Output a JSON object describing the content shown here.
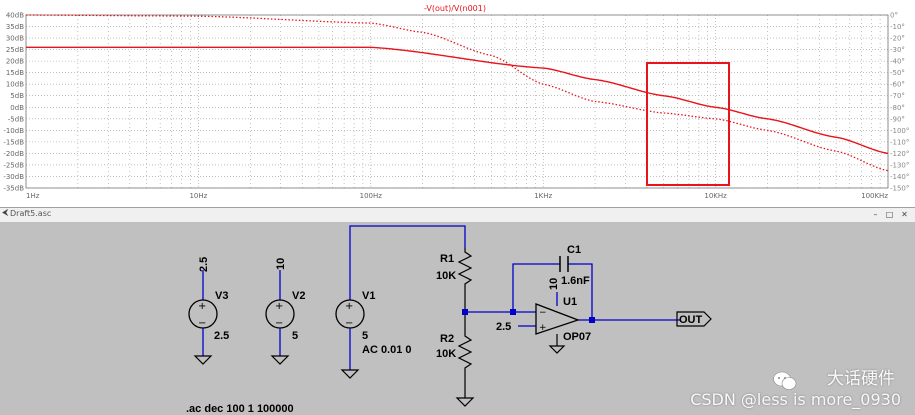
{
  "plot": {
    "trace_label": "-V(out)/V(n001)",
    "colors": {
      "trace": "#e8141b",
      "grid": "#9a9a9a",
      "box": "#e8141b"
    }
  },
  "chart_data": {
    "type": "line",
    "title": "-V(out)/V(n001)",
    "x_scale": "log",
    "xlim": [
      1,
      100000
    ],
    "x_ticks": [
      "1Hz",
      "10Hz",
      "100Hz",
      "1KHz",
      "10KHz",
      "100KHz"
    ],
    "y_left_ticks": [
      "40dB",
      "35dB",
      "30dB",
      "25dB",
      "20dB",
      "15dB",
      "10dB",
      "5dB",
      "0dB",
      "-5dB",
      "-10dB",
      "-15dB",
      "-20dB",
      "-25dB",
      "-30dB",
      "-35dB"
    ],
    "y_right_ticks": [
      "0°",
      "-10°",
      "-20°",
      "-30°",
      "-40°",
      "-50°",
      "-60°",
      "-70°",
      "-80°",
      "-90°",
      "-100°",
      "-110°",
      "-120°",
      "-130°",
      "-140°",
      "-150°"
    ],
    "ylim_left": [
      -35,
      40
    ],
    "ylim_right": [
      -150,
      0
    ],
    "grid": true,
    "series": [
      {
        "kind": "magnitude_db",
        "style": "solid",
        "x": [
          1,
          10,
          100,
          1000,
          2000,
          5000,
          10000,
          20000,
          50000,
          100000
        ],
        "y": [
          26,
          26,
          26,
          17,
          12,
          5,
          0,
          -5,
          -13,
          -20
        ]
      },
      {
        "kind": "phase_deg",
        "style": "dotted",
        "x": [
          1,
          10,
          100,
          200,
          500,
          1000,
          2000,
          5000,
          10000,
          20000,
          50000,
          100000
        ],
        "y": [
          0,
          -1,
          -7,
          -15,
          -35,
          -60,
          -75,
          -85,
          -90,
          -100,
          -118,
          -135
        ]
      }
    ]
  },
  "schematic_window": {
    "title": "Draft5.asc",
    "min_label": "–",
    "max_label": "□",
    "close_label": "✕"
  },
  "schematic": {
    "v3": {
      "name": "V3",
      "value": "2.5",
      "top_label": "2.5"
    },
    "v2": {
      "name": "V2",
      "value": "5",
      "top_label": "10"
    },
    "v1": {
      "name": "V1",
      "value": "5",
      "ac": "AC 0.01 0"
    },
    "r1": {
      "name": "R1",
      "value": "10K"
    },
    "r2": {
      "name": "R2",
      "value": "10K"
    },
    "c1": {
      "name": "C1",
      "value": "1.6nF"
    },
    "u1": {
      "name": "U1",
      "model": "OP07",
      "supply_label": "10",
      "pos_label": "2.5"
    },
    "out_label": "OUT",
    "directive": ".ac dec 100 1 100000"
  },
  "watermark": {
    "brand": "大话硬件",
    "text": "CSDN @less is more_0930"
  }
}
